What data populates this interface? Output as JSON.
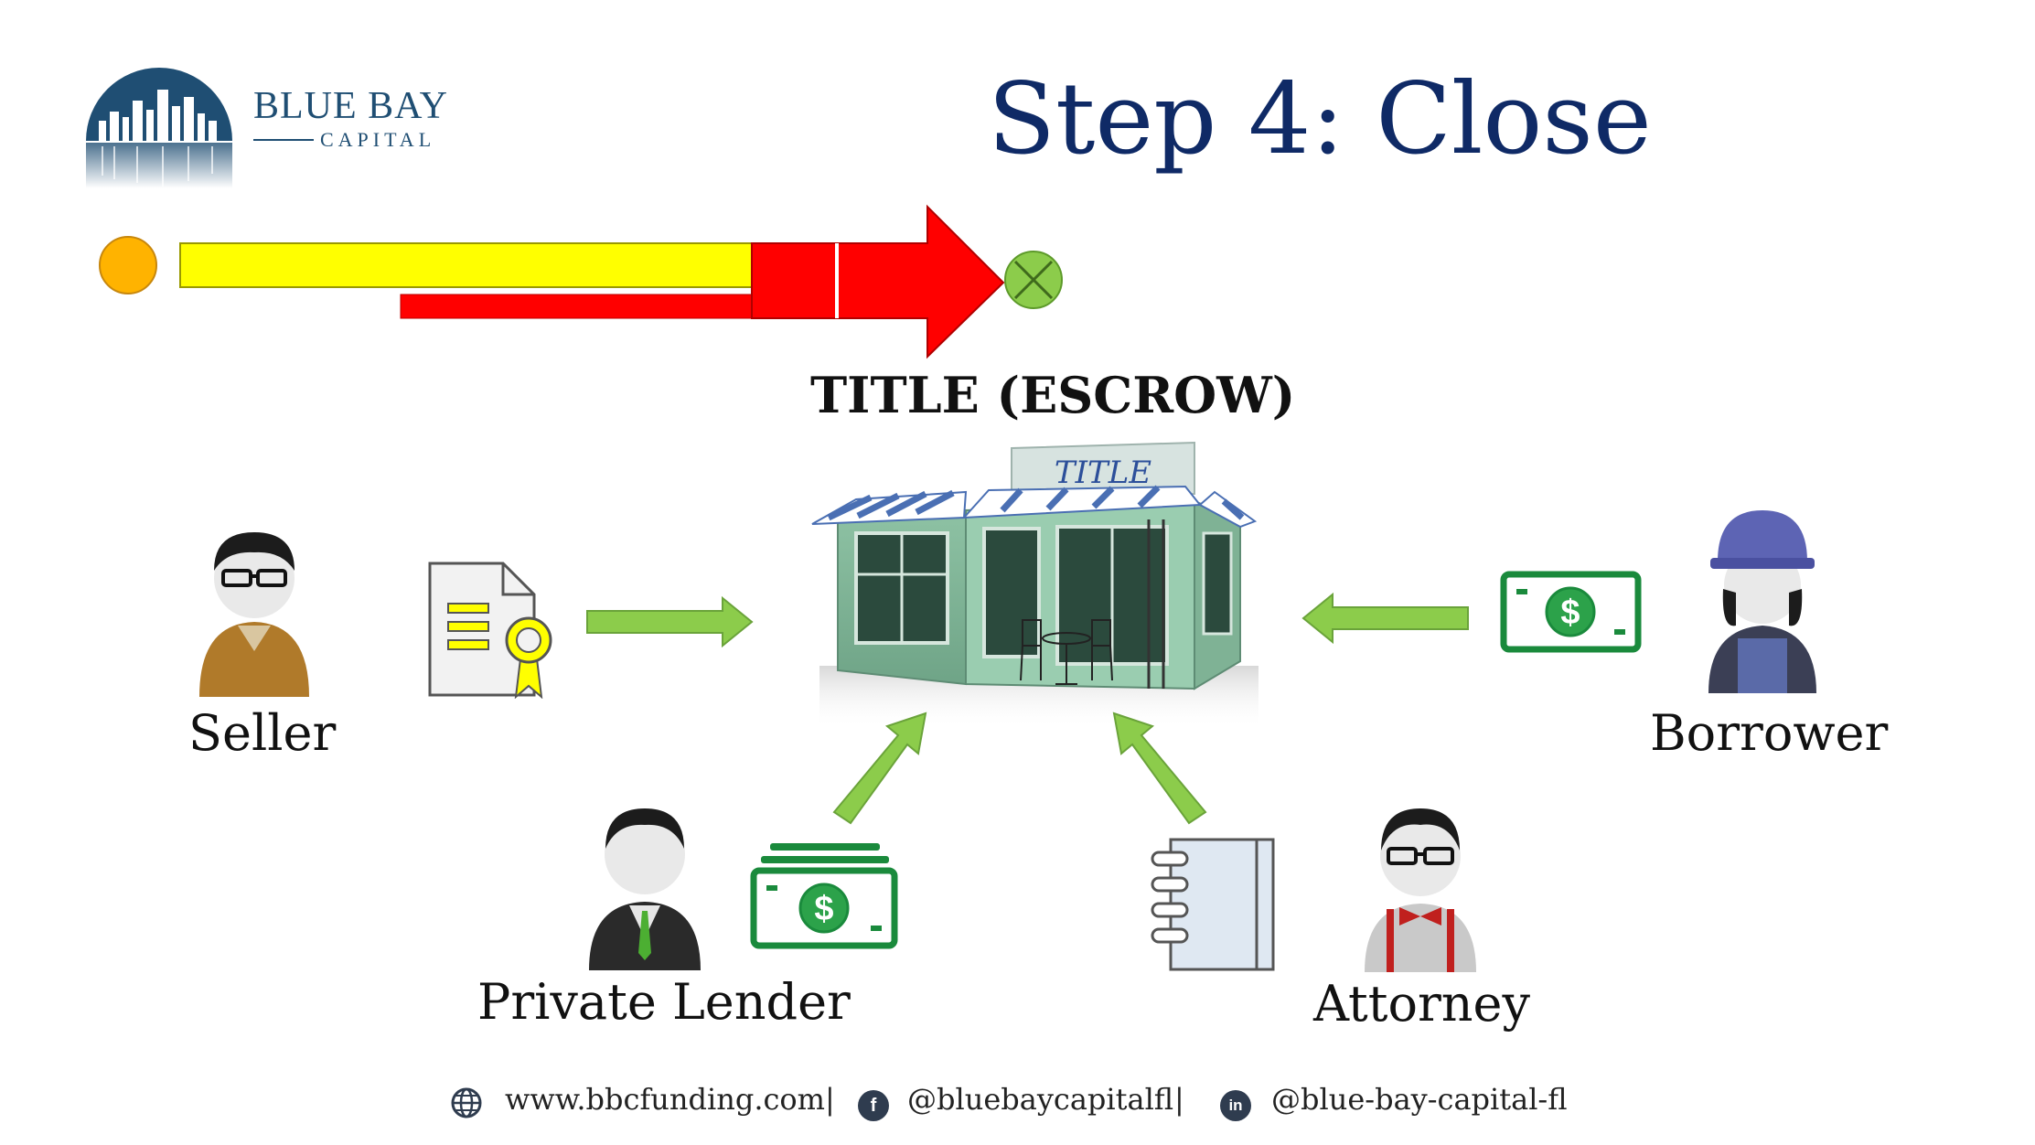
{
  "brand": {
    "name": "BLUE BAY",
    "tagline": "CAPITAL"
  },
  "title": "Step 4: Close",
  "center": {
    "label": "TITLE (ESCROW)",
    "sign_text": "TITLE"
  },
  "roles": {
    "seller": "Seller",
    "borrower": "Borrower",
    "private_lender": "Private Lender",
    "attorney": "Attorney"
  },
  "footer": {
    "website": "www.bbcfunding.com",
    "separator": "|",
    "facebook": "@bluebaycapitalfl",
    "linkedin": "@blue-bay-capital-fl",
    "linkedin_glyph": "in",
    "facebook_glyph": "f"
  },
  "colors": {
    "navy": "#0f2a66",
    "progress_yellow": "#ffff00",
    "progress_red": "#ff0000",
    "arrow_green": "#8ccc4b",
    "money_green": "#1a8a3c",
    "start_dot": "#ffb300",
    "end_dot": "#8ccc4b"
  }
}
